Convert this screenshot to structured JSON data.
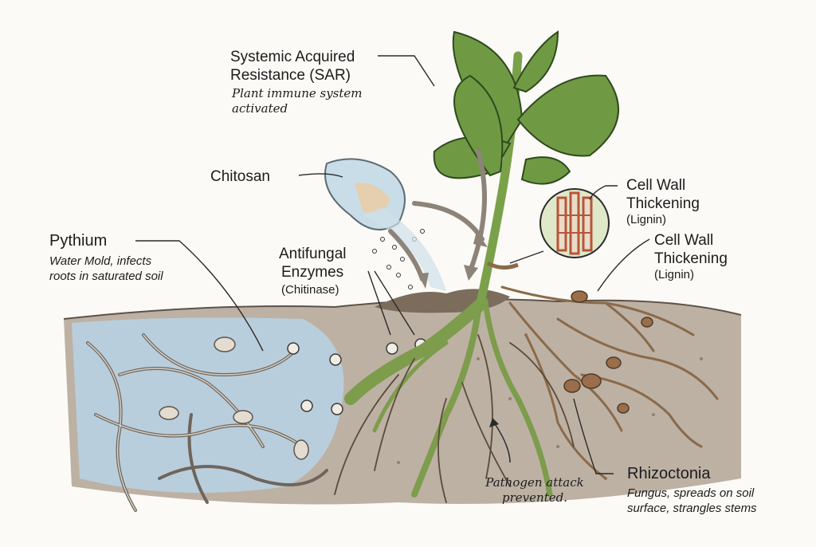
{
  "labels": {
    "sar": {
      "title_line1": "Systemic Acquired",
      "title_line2": "Resistance (SAR)",
      "note_line1": "Plant immune system",
      "note_line2": "activated"
    },
    "chitosan": "Chitosan",
    "pythium": {
      "title": "Pythium",
      "desc_line1": "Water Mold, infects",
      "desc_line2": "roots in saturated soil"
    },
    "enzymes": {
      "title_line1": "Antifungal",
      "title_line2": "Enzymes",
      "sub": "(Chitinase)"
    },
    "cell_wall_top": {
      "title_line1": "Cell Wall",
      "title_line2": "Thickening",
      "sub": "(Lignin)"
    },
    "cell_wall_mid": {
      "title_line1": "Cell Wall",
      "title_line2": "Thickening",
      "sub": "(Lignin)"
    },
    "pathogen": {
      "line1": "Pathogen attack",
      "line2": "prevented."
    },
    "rhizoctonia": {
      "title": "Rhizoctonia",
      "desc_line1": "Fungus, spreads on soil",
      "desc_line2": "surface, strangles stems"
    }
  },
  "colors": {
    "leaf": "#6f9a43",
    "stem": "#7aa14a",
    "soil": "#9a8b7a",
    "water": "#b9d4e6",
    "hyphae": "#6e655d",
    "rhizoctonia": "#8a6a4a",
    "lignin": "#b8553a",
    "ink": "#2a2a2a"
  }
}
